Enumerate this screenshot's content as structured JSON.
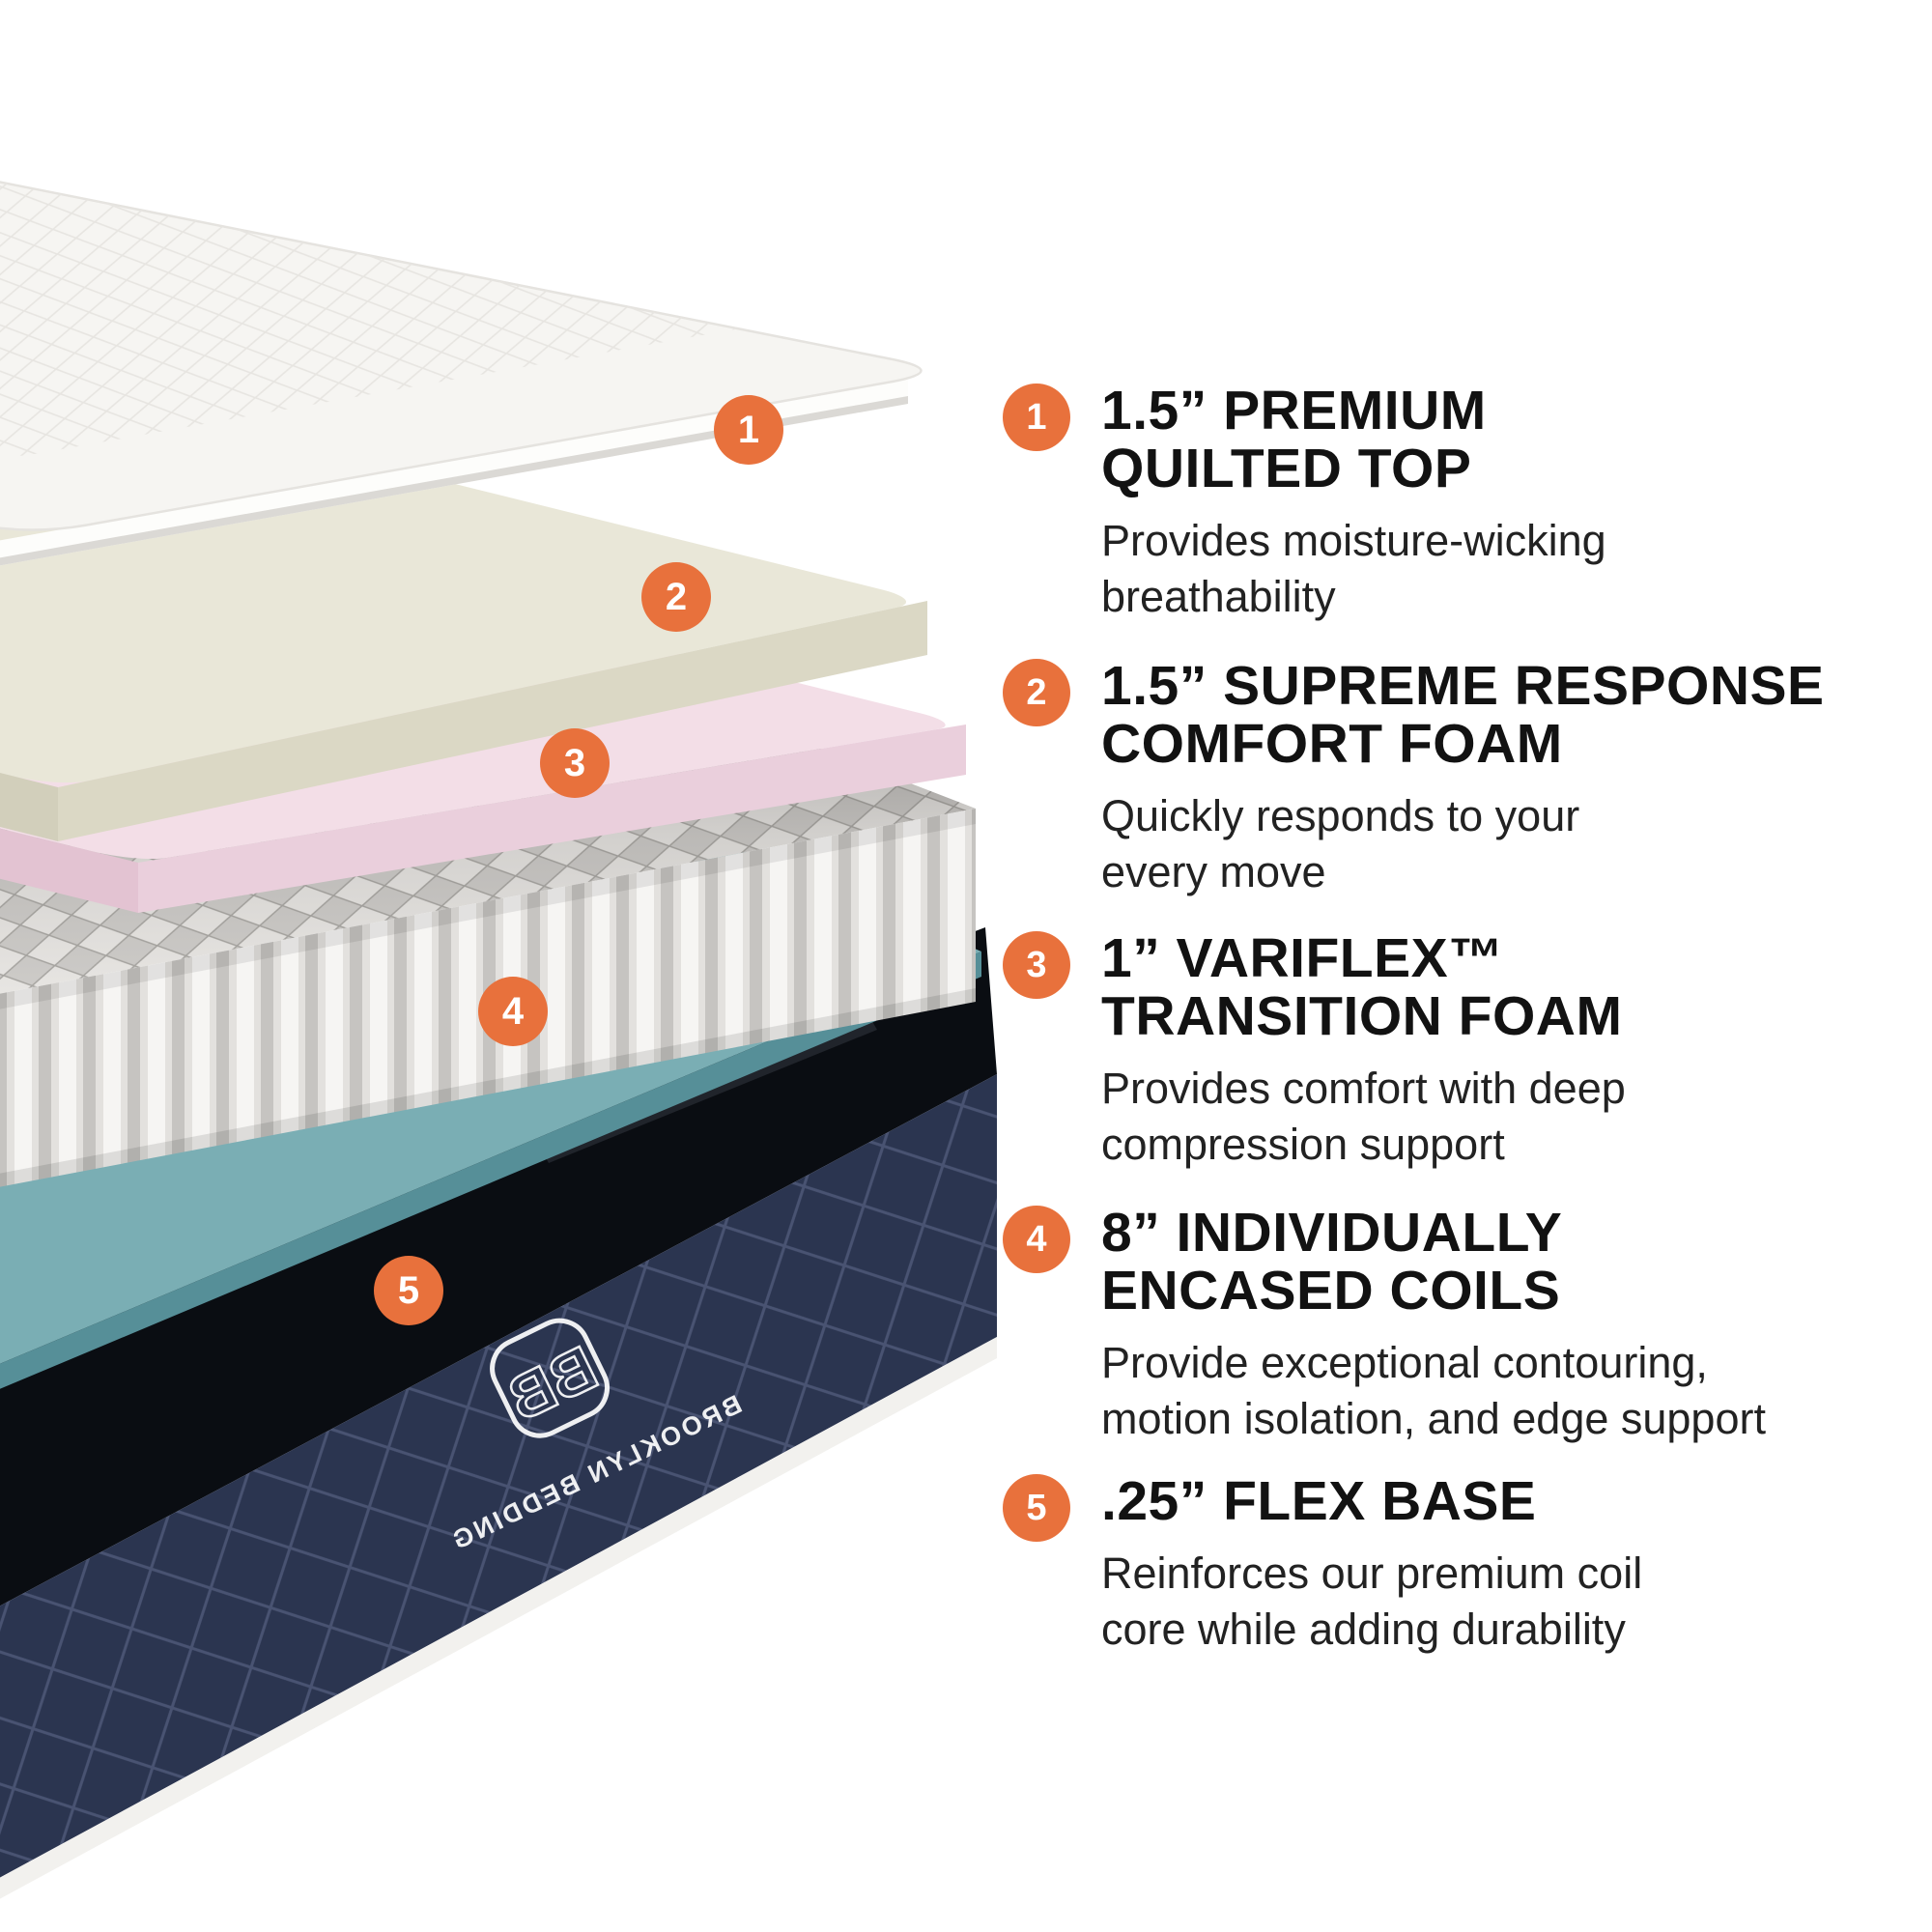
{
  "brand": {
    "monogram": "BB",
    "logo_text": "BROOKLYN BEDDING"
  },
  "colors": {
    "accent": "#E8713C",
    "background": "#FFFFFF",
    "heading_text": "#121212",
    "body_text": "#222222"
  },
  "diagram": {
    "callouts": [
      {
        "number": "1"
      },
      {
        "number": "2"
      },
      {
        "number": "3"
      },
      {
        "number": "4"
      },
      {
        "number": "5"
      }
    ],
    "layers": [
      {
        "name": "quilted-top",
        "top_color": "#F6F5F2"
      },
      {
        "name": "comfort-foam",
        "top_color": "#E9E7D8"
      },
      {
        "name": "transition-foam",
        "top_color": "#F3DEE7"
      },
      {
        "name": "encased-coils",
        "top_color": "#E9E7E4"
      },
      {
        "name": "flex-base-sheet",
        "top_color": "#7AAEB4"
      },
      {
        "name": "quilted-base",
        "top_color": "#2B3550"
      }
    ]
  },
  "sections": [
    {
      "number": "1",
      "title_lines": [
        "1.5” PREMIUM",
        "QUILTED TOP"
      ],
      "body_lines": [
        "Provides moisture-wicking",
        "breathability"
      ]
    },
    {
      "number": "2",
      "title_lines": [
        "1.5” SUPREME RESPONSE",
        "COMFORT FOAM"
      ],
      "body_lines": [
        "Quickly responds to your",
        "every move"
      ]
    },
    {
      "number": "3",
      "title_lines": [
        "1” VARIFLEX™",
        "TRANSITION FOAM"
      ],
      "body_lines": [
        "Provides comfort with deep",
        "compression support"
      ]
    },
    {
      "number": "4",
      "title_lines": [
        "8” INDIVIDUALLY",
        "ENCASED COILS"
      ],
      "body_lines": [
        "Provide exceptional contouring,",
        "motion isolation, and edge support"
      ]
    },
    {
      "number": "5",
      "title_lines": [
        ".25” FLEX BASE",
        ""
      ],
      "body_lines": [
        "Reinforces our premium coil",
        "core while adding durability"
      ]
    }
  ]
}
